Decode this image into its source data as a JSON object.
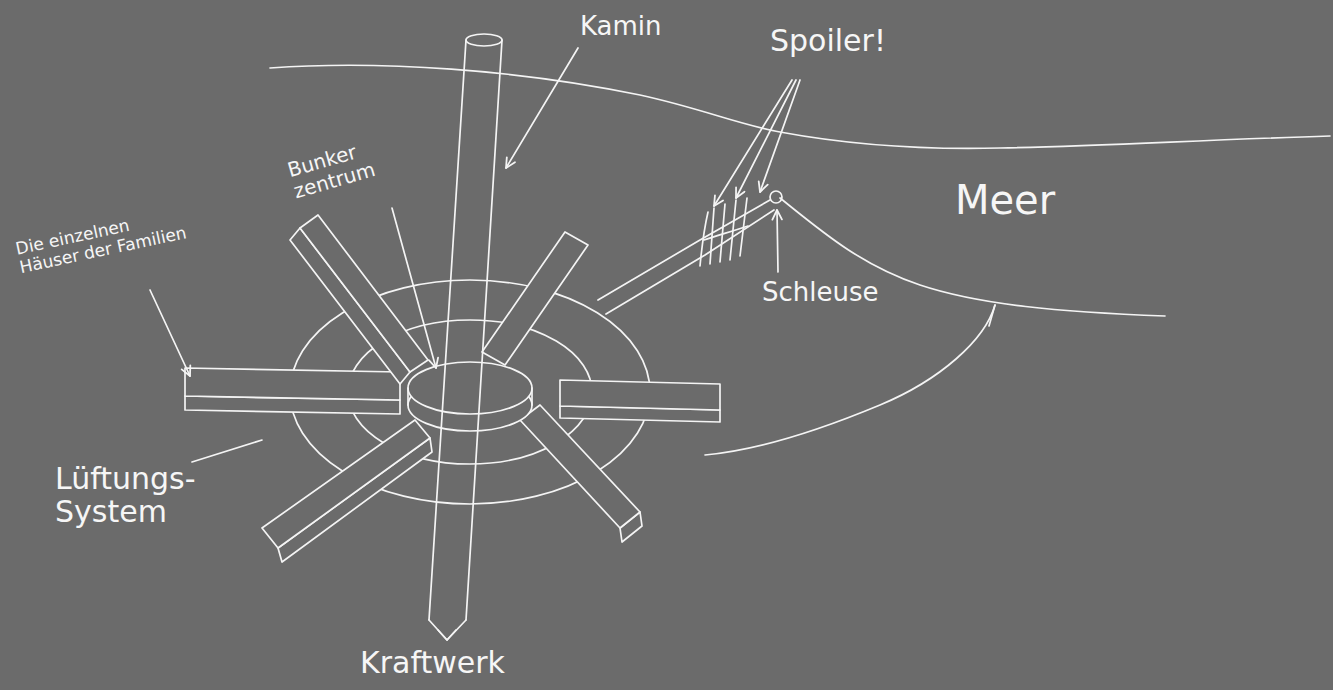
{
  "diagram": {
    "labels": [
      "Kamin",
      "Spoiler!",
      "Bunker zentrum",
      "Die einzelnen Häuser der Familien",
      "Meer",
      "Schleuse",
      "Lüftungs- System",
      "Kraftwerk"
    ]
  }
}
